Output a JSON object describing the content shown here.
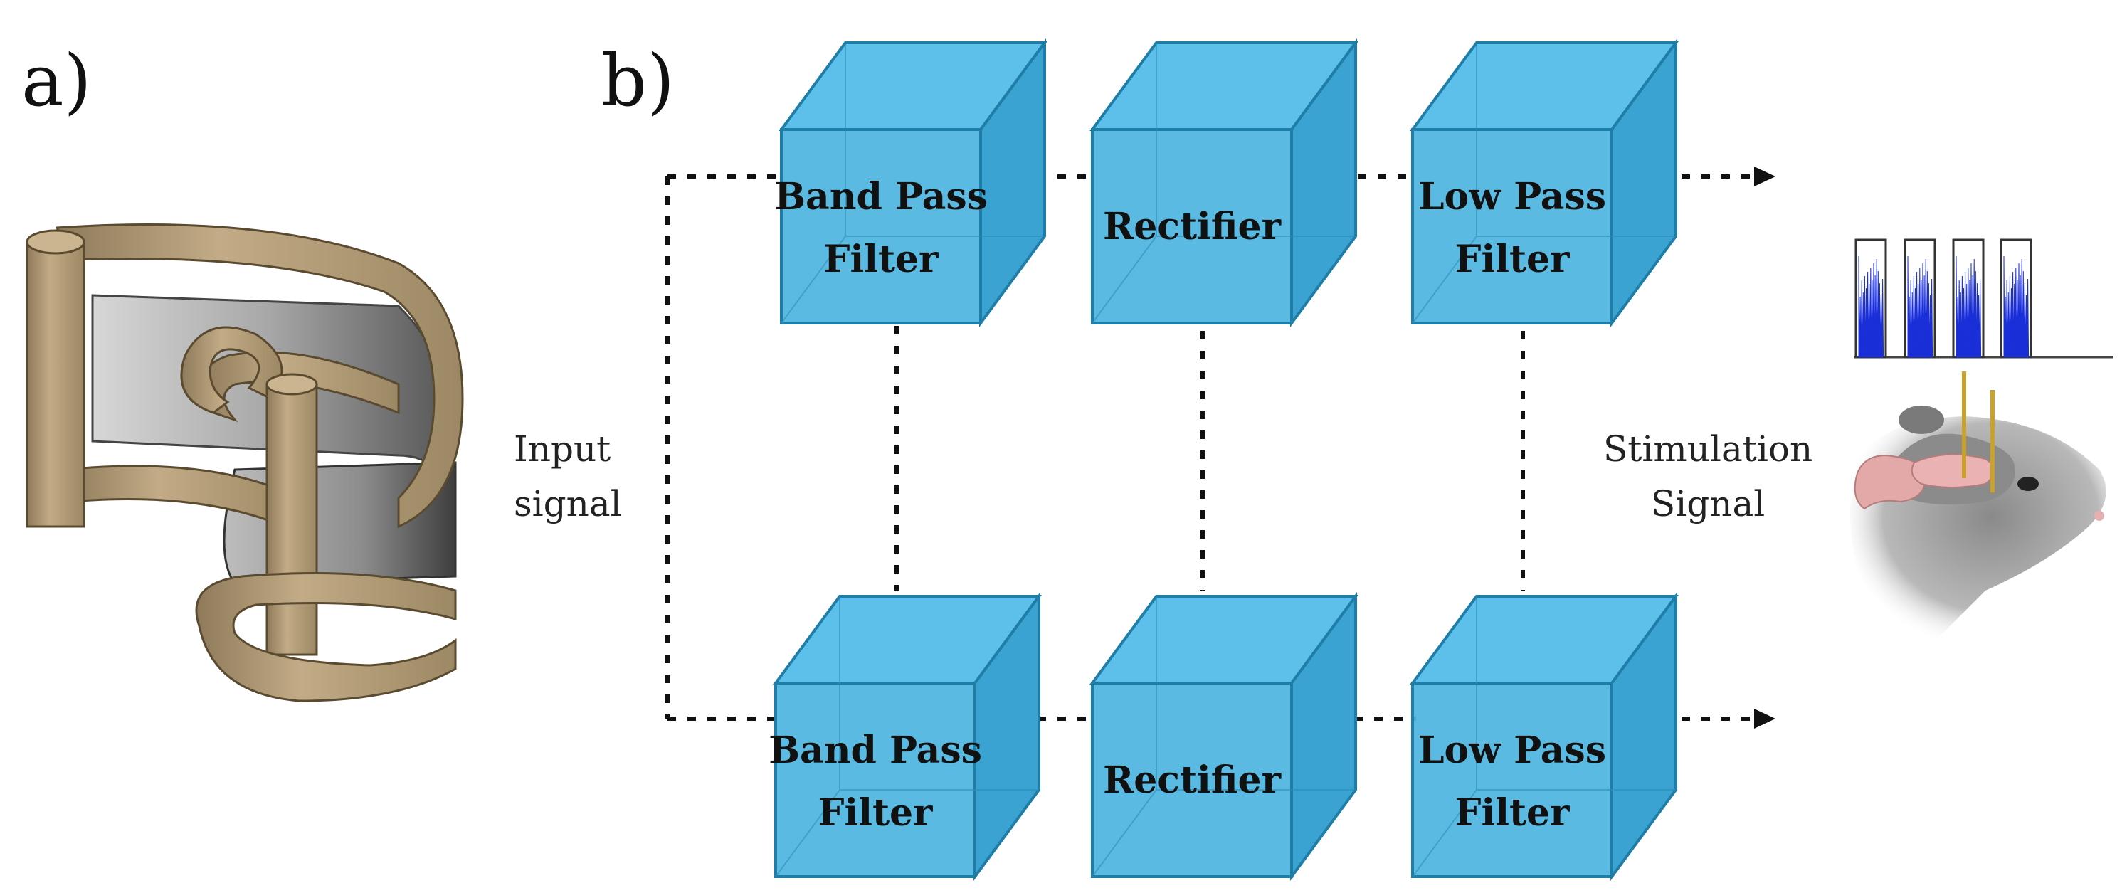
{
  "labels": {
    "panel_a": "a)",
    "panel_b": "b)",
    "input_line1": "Input",
    "input_line2": "signal",
    "output_line1": "Stimulation",
    "output_line2": "Signal"
  },
  "pipeline": {
    "top": [
      {
        "line1": "Band Pass",
        "line2": "Filter"
      },
      {
        "line1": "Rectifier",
        "line2": ""
      },
      {
        "line1": "Low Pass",
        "line2": "Filter"
      }
    ],
    "bottom": [
      {
        "line1": "Band Pass",
        "line2": "Filter"
      },
      {
        "line1": "Rectifier",
        "line2": ""
      },
      {
        "line1": "Low Pass",
        "line2": "Filter"
      }
    ]
  },
  "colors": {
    "cube_fill": "#4cb4e0",
    "cube_edge": "#1f7ea8",
    "device_tan": "#b9a27e",
    "device_grey": "#9c9c9c",
    "signal_blue": "#1a2fd8",
    "electrode": "#c9a227"
  },
  "icons": {
    "device": "resonator-device-illustration",
    "waveform": "stimulation-waveform-icon",
    "mouse": "mouse-head-implant-illustration"
  }
}
